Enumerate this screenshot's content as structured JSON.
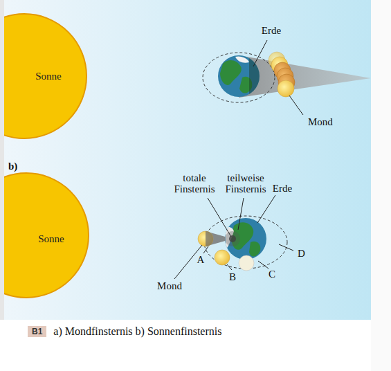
{
  "diagram": {
    "caption": "a) Mondfinsternis b) Sonnenfinsternis",
    "nodes": [
      {
        "text": [
          "Sonne"
        ]
      },
      {
        "text": [
          "Sonne"
        ]
      },
      {
        "text": [
          "B1"
        ]
      }
    ],
    "labels": [
      "Erde",
      "Mond",
      "b)",
      "totale Finsternis",
      "teilweise Finsternis",
      "Erde",
      "Mond",
      "A",
      "B",
      "C",
      "D"
    ]
  }
}
